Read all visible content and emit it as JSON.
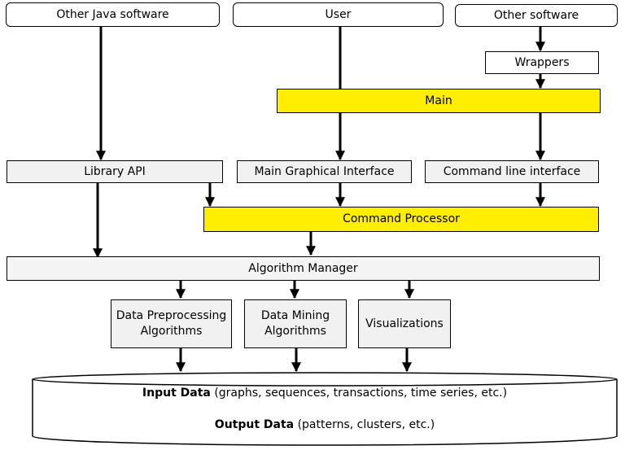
{
  "nodes": {
    "other_java_software": "Other Java software",
    "user": "User",
    "other_software": "Other software",
    "wrappers": "Wrappers",
    "main": "Main",
    "library_api": "Library API",
    "main_gui": "Main Graphical Interface",
    "cli": "Command line interface",
    "command_processor": "Command Processor",
    "algorithm_manager": "Algorithm Manager",
    "data_preprocessing": "Data Preprocessing Algorithms",
    "data_mining": "Data Mining Algorithms",
    "visualizations": "Visualizations"
  },
  "storage": {
    "input_label": "Input Data",
    "input_detail": " (graphs, sequences, transactions, time series, etc.)",
    "output_label": "Output Data",
    "output_detail": " (patterns, clusters, etc.)"
  },
  "colors": {
    "highlight": "#ffee00",
    "box_fill": "#f1f1f1",
    "stroke": "#000000"
  }
}
